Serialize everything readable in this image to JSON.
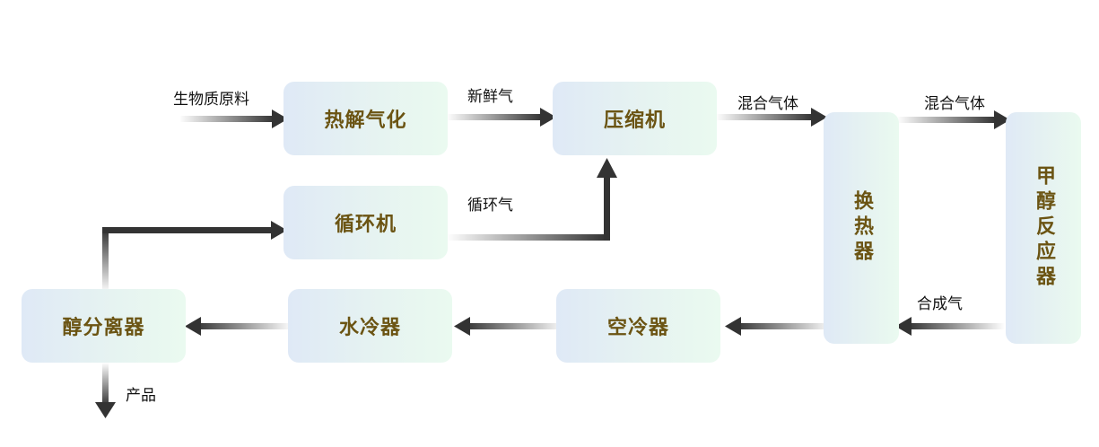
{
  "nodes": {
    "pyrolysis": "热解气化",
    "compressor": "压缩机",
    "recycler": "循环机",
    "heat_exchanger": "换热器",
    "methanol_reactor": "甲醇反应器",
    "air_cooler": "空冷器",
    "water_cooler": "水冷器",
    "alcohol_separator": "醇分离器"
  },
  "labels": {
    "biomass_feed": "生物质原料",
    "fresh_gas": "新鲜气",
    "recycle_gas": "循环气",
    "mixed_gas_1": "混合气体",
    "mixed_gas_2": "混合气体",
    "syngas": "合成气",
    "product": "产品"
  },
  "colors": {
    "box_text": "#6b5413",
    "arrow_dark": "#333333"
  }
}
